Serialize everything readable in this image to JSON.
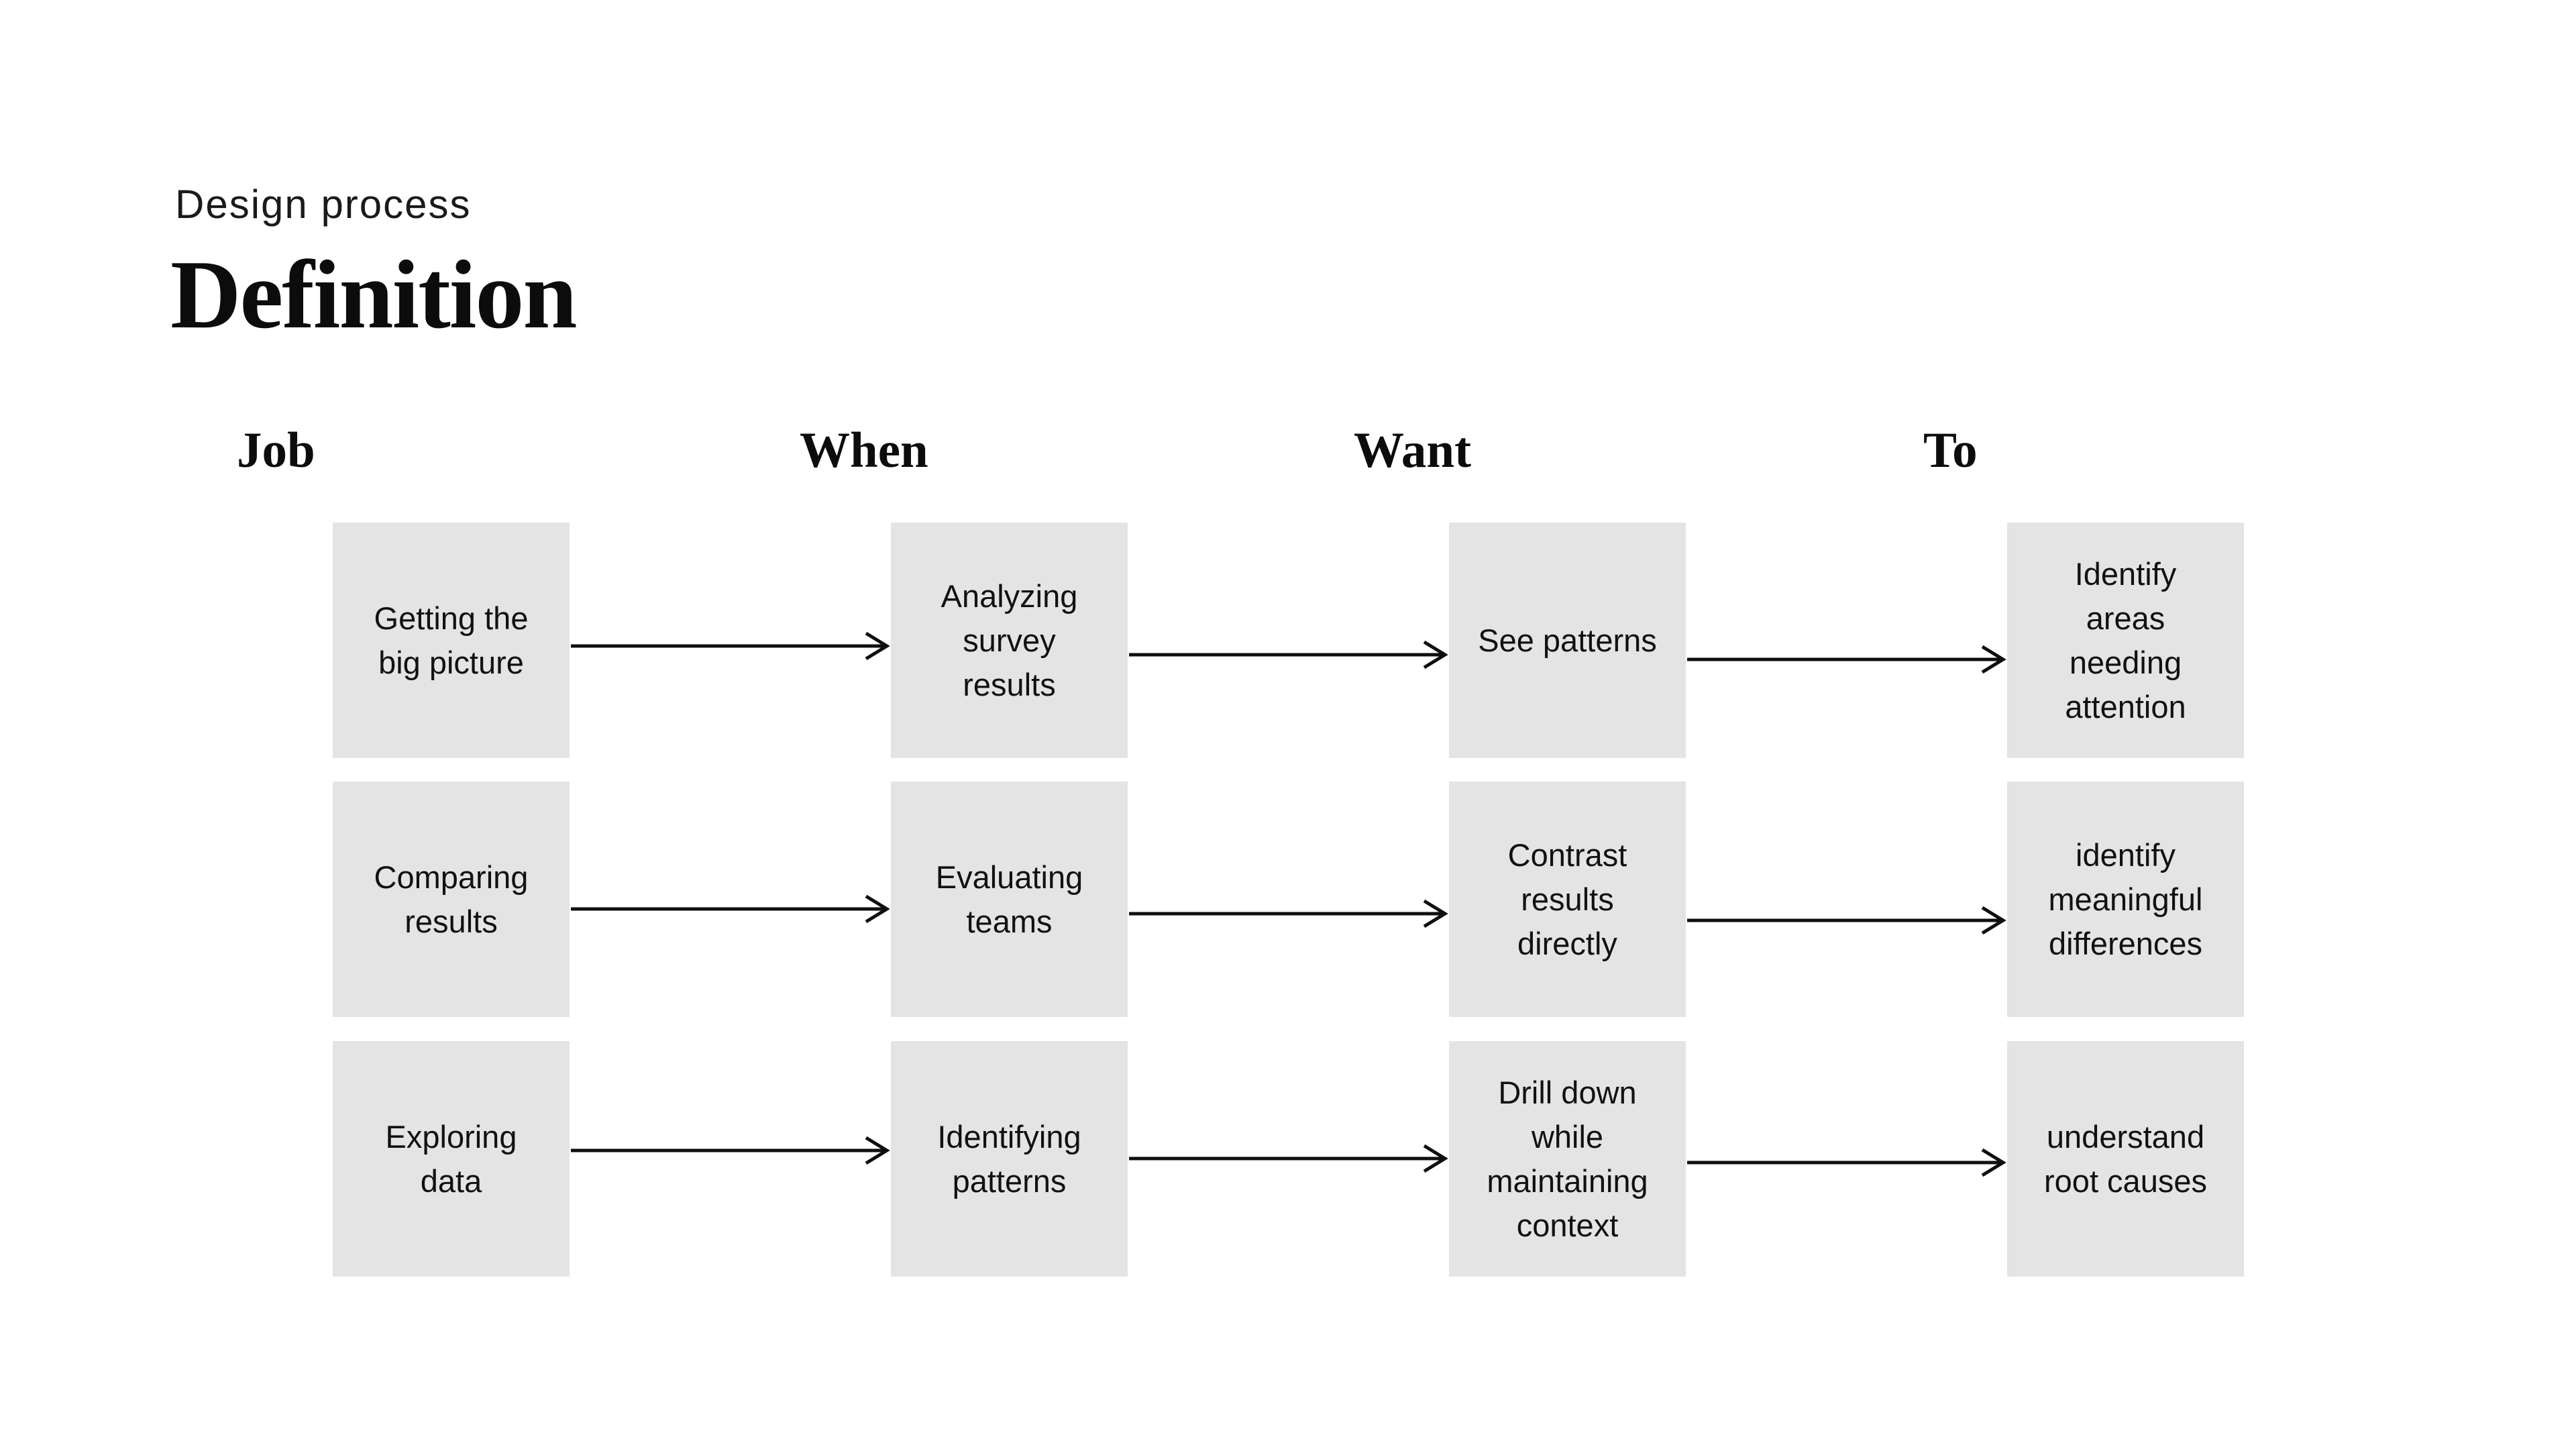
{
  "theme": {
    "background": "#ffffff",
    "node_fill": "#e4e4e4",
    "ink": "#0f0f0f"
  },
  "header": {
    "eyebrow": "Design process",
    "title": "Definition"
  },
  "columns": [
    {
      "label": "Job"
    },
    {
      "label": "When"
    },
    {
      "label": "Want"
    },
    {
      "label": "To"
    }
  ],
  "matrix": {
    "rows": [
      {
        "cells": [
          [
            "Getting the",
            "big picture"
          ],
          [
            "Analyzing",
            "survey",
            "results"
          ],
          [
            "See patterns"
          ],
          [
            "Identify",
            "areas",
            "needing",
            "attention"
          ]
        ]
      },
      {
        "cells": [
          [
            "Comparing",
            "results"
          ],
          [
            "Evaluating",
            "teams"
          ],
          [
            "Contrast",
            "results",
            "directly"
          ],
          [
            "identify",
            "meaningful",
            "differences"
          ]
        ]
      },
      {
        "cells": [
          [
            "Exploring",
            "data"
          ],
          [
            "Identifying",
            "patterns"
          ],
          [
            "Drill down",
            "while",
            "maintaining",
            "context"
          ],
          [
            "understand",
            "root causes"
          ]
        ]
      }
    ]
  }
}
